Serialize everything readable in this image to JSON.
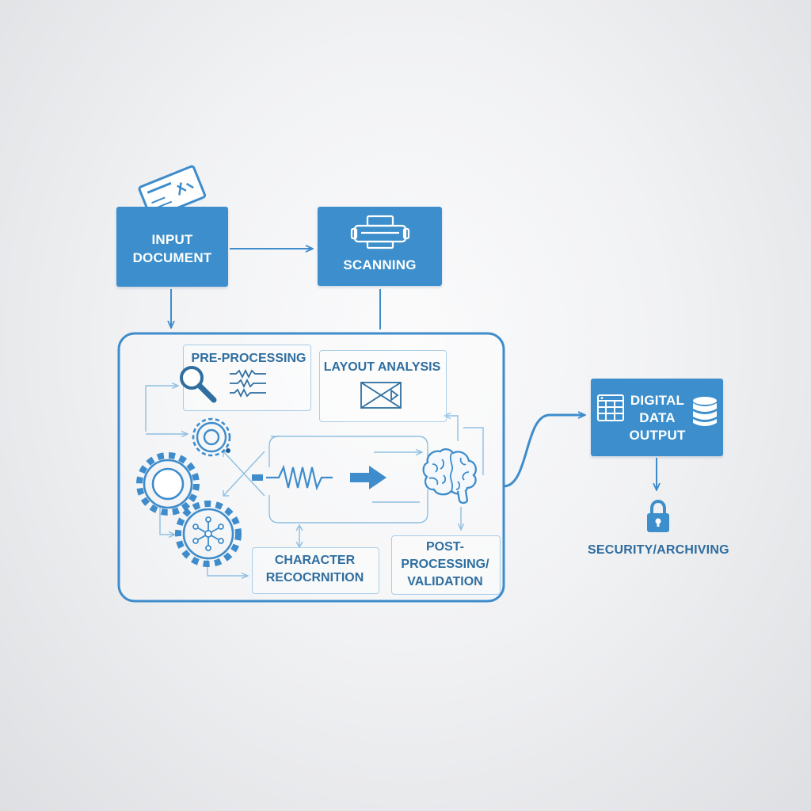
{
  "nodes": {
    "input_document": "INPUT\nDOCUMENT",
    "scanning": "SCANNING",
    "pre_processing": "PRE-PROCESSING",
    "layout_analysis": "LAYOUT ANALYSIS",
    "character_recognition": "CHARACTER\nRECOCRNITION",
    "post_processing": "POST-\nPROCESSING/\nVALIDATION",
    "digital_data_output": "DIGITAL\nDATA\nOUTPUT",
    "security_archiving": "SECURITY/ARCHIVING"
  },
  "icons": [
    "document-card-icon",
    "printer-icon",
    "magnifier-icon",
    "waveform-icon",
    "layout-icon",
    "gear-icon",
    "network-gear-icon",
    "signal-wave-icon",
    "brain-icon",
    "spreadsheet-icon",
    "database-icon",
    "lock-icon"
  ],
  "colors": {
    "accent": "#3c8fcc",
    "line": "#3e8ccb",
    "light_line": "#a9cde8",
    "text_dark": "#2e6c9e",
    "background": "#f2f3f5"
  }
}
